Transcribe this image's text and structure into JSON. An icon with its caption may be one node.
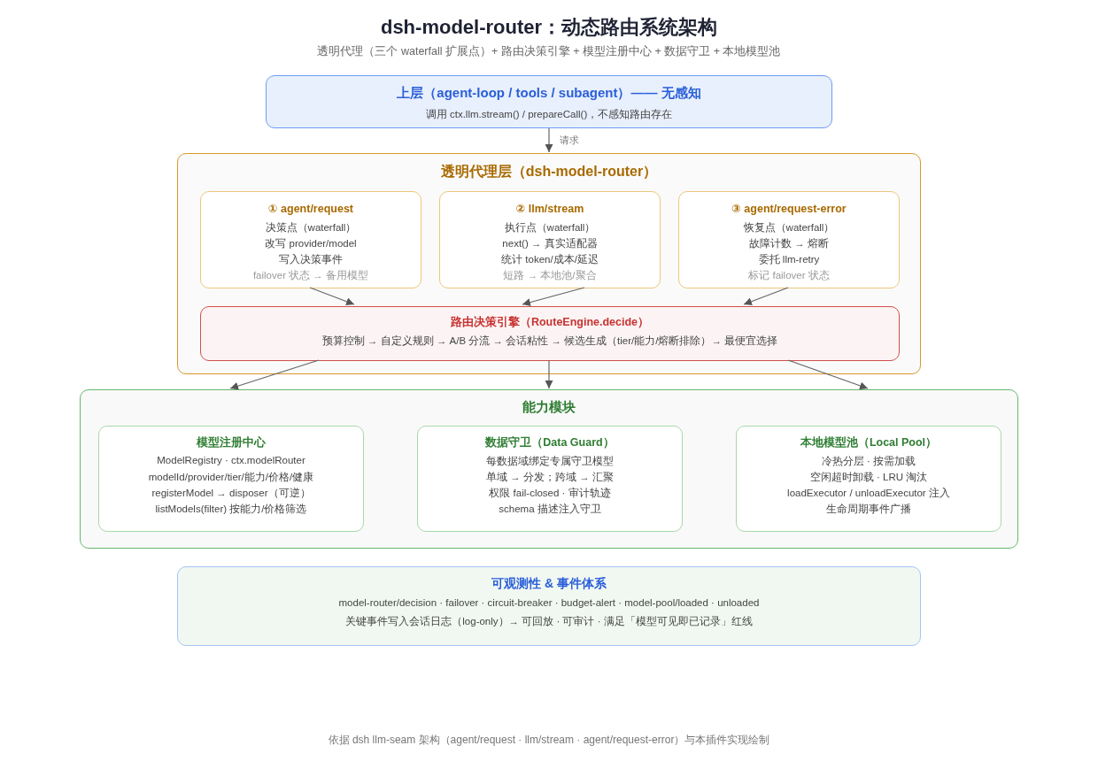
{
  "diagram": {
    "title": "dsh-model-router：动态路由系统架构",
    "caption": "依据 dsh llm-seam 架构（agent/request · llm/stream · agent/request-error）与本插件实现绘制",
    "nodes": [
      {
        "text": [
          "上层（agent-loop / tools / subagent）—— 无感知",
          "调用 ctx.llm.stream() / prepareCall()，不感知路由存在"
        ]
      },
      {
        "text": [
          "透明代理层（dsh-model-router）"
        ]
      },
      {
        "text": [
          "① agent/request",
          "决策点（waterfall）",
          "改写 provider/model",
          "写入决策事件",
          "failover 状态 → 备用模型"
        ],
        "in": 1
      },
      {
        "text": [
          "② llm/stream",
          "执行点（waterfall）",
          "next() → 真实适配器",
          "统计 token/成本/延迟",
          "短路 → 本地池/聚合"
        ],
        "in": 1
      },
      {
        "text": [
          "③ agent/request-error",
          "恢复点（waterfall）",
          "故障计数 → 熔断",
          "委托 llm-retry",
          "标记 failover 状态"
        ],
        "in": 1
      },
      {
        "text": [
          "路由决策引擎（RouteEngine.decide）",
          "预算控制 → 自定义规则 → A/B 分流 → 会话粘性 → 候选生成（tier/能力/熔断排除）→ 最便宜选择"
        ],
        "in": 1
      },
      {
        "text": [
          "能力模块"
        ]
      },
      {
        "text": [
          "模型注册中心",
          "ModelRegistry · ctx.modelRouter",
          "modelId/provider/tier/能力/价格/健康",
          "registerModel → disposer（可逆）",
          "listModels(filter) 按能力/价格筛选"
        ],
        "in": 6
      },
      {
        "text": [
          "数据守卫（Data Guard）",
          "每数据域绑定专属守卫模型",
          "单域 → 分发；跨域 → 汇聚",
          "权限 fail-closed · 审计轨迹",
          "schema 描述注入守卫"
        ],
        "in": 6
      },
      {
        "text": [
          "本地模型池（Local Pool）",
          "冷热分层 · 按需加载",
          "空闲超时卸载 · LRU 淘汰",
          "loadExecutor / unloadExecutor 注入",
          "生命周期事件广播"
        ],
        "in": 6
      },
      {
        "text": [
          "可观测性 & 事件体系",
          "model-router/decision · failover · circuit-breaker · budget-alert · model-pool/loaded · unloaded",
          "关键事件写入会话日志（log-only）→ 可回放 · 可审计 · 满足「模型可见即已记录」红线"
        ]
      }
    ],
    "edges": [
      {
        "from": 0,
        "to": 1,
        "arrow": "to",
        "label": "请求"
      },
      {
        "from": 2,
        "to": 5,
        "arrow": "to"
      },
      {
        "from": 3,
        "to": 5,
        "arrow": "to"
      },
      {
        "from": 4,
        "to": 5,
        "arrow": "to"
      },
      {
        "from": 5,
        "to": 6,
        "arrow": "to"
      },
      {
        "from": 5,
        "to": 6,
        "arrow": "to"
      },
      {
        "from": 5,
        "to": 6,
        "arrow": "to"
      }
    ],
    "labels": [
      "透明代理（三个 waterfall 扩展点）+ 路由决策引擎 + 模型注册中心 + 数据守卫 + 本地模型池"
    ]
  }
}
